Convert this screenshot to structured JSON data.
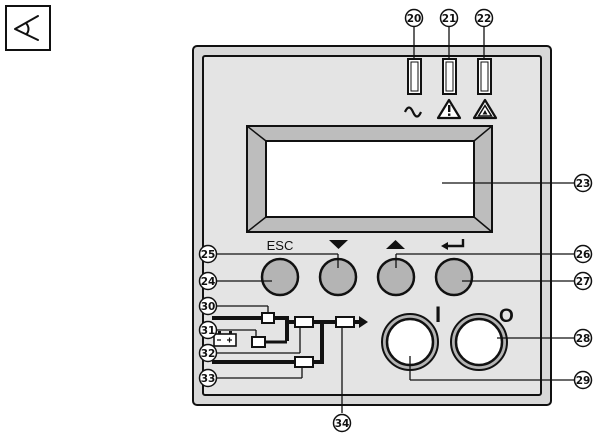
{
  "figure": {
    "background_color": "#ffffff",
    "panel_color": "#e2e2e2",
    "button_color": "#b4b4b4",
    "power_button_color": "#ffffff",
    "line_color": "#111111"
  },
  "icons": {
    "corner": "viewing-angle-icon",
    "ac_power": "sine-wave-icon",
    "warning": "warning-triangle-icon",
    "fault": "fault-triangle-icon",
    "battery": "battery-icon"
  },
  "buttons": {
    "esc_label": "ESC",
    "on_label": "I",
    "off_label": "O"
  },
  "callouts": {
    "c20": "20",
    "c21": "21",
    "c22": "22",
    "c23": "23",
    "c24": "24",
    "c25": "25",
    "c26": "26",
    "c27": "27",
    "c28": "28",
    "c29": "29",
    "c30": "30",
    "c31": "31",
    "c32": "32",
    "c33": "33",
    "c34": "34"
  }
}
